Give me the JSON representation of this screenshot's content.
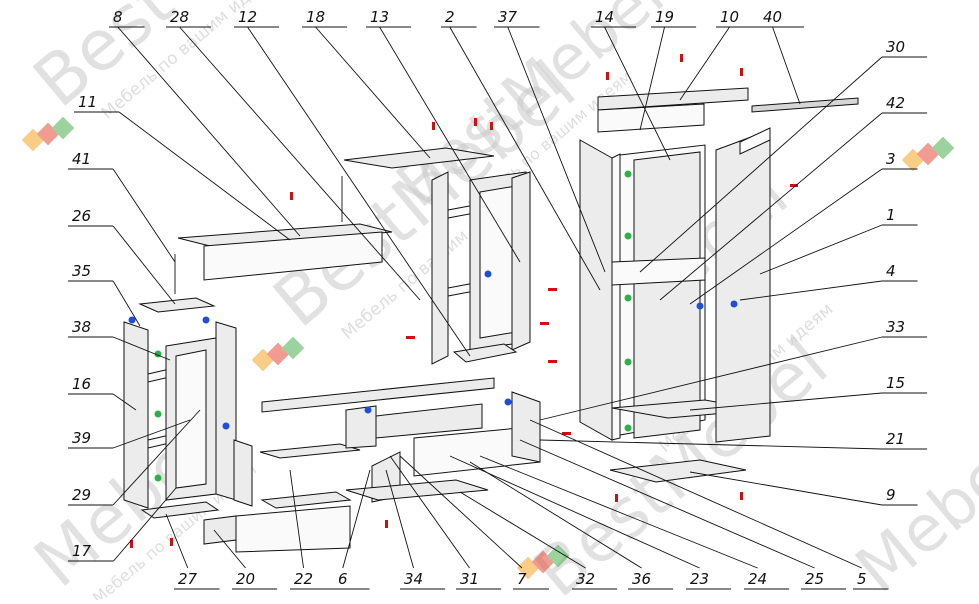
{
  "watermark": {
    "brand": "BestMebel",
    "slogan": "Мебель по вашим идеям",
    "brand_parts": [
      "Best",
      "Mebel"
    ]
  },
  "callouts": {
    "top": [
      "8",
      "28",
      "12",
      "18",
      "13",
      "2",
      "37",
      "14",
      "19",
      "10",
      "40"
    ],
    "left": [
      "11",
      "41",
      "26",
      "35",
      "38",
      "16",
      "39",
      "29",
      "17"
    ],
    "right": [
      "30",
      "42",
      "3",
      "1",
      "4",
      "33",
      "15",
      "21",
      "9"
    ],
    "bottom": [
      "27",
      "20",
      "22",
      "6",
      "34",
      "31",
      "7",
      "32",
      "36",
      "23",
      "24",
      "25",
      "5"
    ]
  },
  "colors": {
    "line": "#111111",
    "panel": "#ececec",
    "fitting_red": "#d01010",
    "fitting_green": "#2db24a",
    "fitting_blue": "#1f4ed8",
    "watermark": "#c9c9c9",
    "logo_orange": "#f5a623",
    "logo_green": "#4caf50",
    "logo_red": "#e84b3c"
  }
}
